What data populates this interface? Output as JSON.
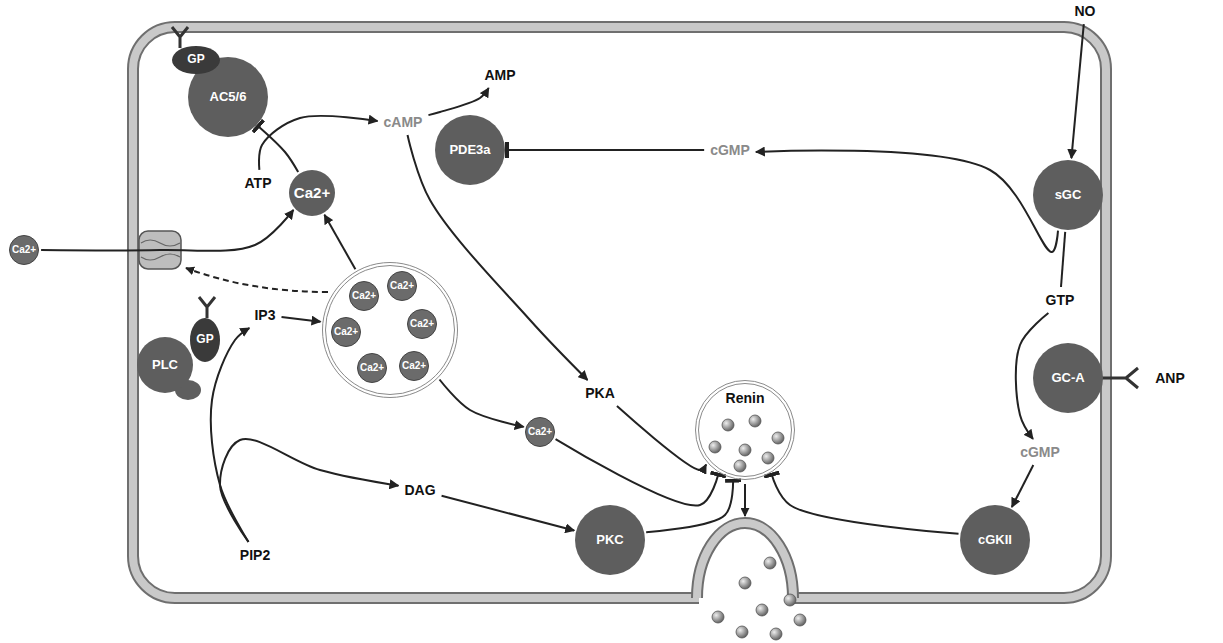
{
  "diagram": {
    "nodes": [
      {
        "text": [
          "GP"
        ]
      },
      {
        "text": [
          "AC5/6"
        ]
      },
      {
        "text": [
          "AMP"
        ]
      },
      {
        "text": [
          "ATP"
        ]
      },
      {
        "text": [
          "cAMP"
        ]
      },
      {
        "text": [
          "Ca2+"
        ]
      },
      {
        "text": [
          "PDE3a"
        ]
      },
      {
        "text": [
          "NO"
        ]
      },
      {
        "text": [
          "sGC"
        ]
      },
      {
        "text": [
          "cGMP"
        ]
      },
      {
        "text": [
          "GTP"
        ]
      },
      {
        "text": [
          "GC-A"
        ]
      },
      {
        "text": [
          "ANP"
        ]
      },
      {
        "text": [
          "cGMP"
        ]
      },
      {
        "text": [
          "cGKII"
        ]
      },
      {
        "text": [
          "PKA"
        ]
      },
      {
        "text": [
          "Renin"
        ]
      },
      {
        "text": [
          "Ca2+"
        ]
      },
      {
        "text": []
      },
      {
        "text": [
          "Ca2+"
        ],
        "in": 18
      },
      {
        "text": [
          "Ca2+"
        ],
        "in": 18
      },
      {
        "text": [
          "Ca2+"
        ],
        "in": 18
      },
      {
        "text": [
          "Ca2+"
        ],
        "in": 18
      },
      {
        "text": [
          "Ca2+"
        ],
        "in": 18
      },
      {
        "text": [
          "Ca2+"
        ],
        "in": 18
      },
      {
        "text": [
          "Ca2+"
        ]
      },
      {
        "text": [
          "GP"
        ]
      },
      {
        "text": [
          "PLC"
        ]
      },
      {
        "text": [
          "IP3"
        ]
      },
      {
        "text": [
          "DAG"
        ]
      },
      {
        "text": [
          "PIP2"
        ]
      },
      {
        "text": [
          "PKC"
        ]
      }
    ],
    "edges": [
      {
        "from": 3,
        "to": 4,
        "arrow": "to"
      },
      {
        "from": 5,
        "to": 1,
        "arrow": "to"
      },
      {
        "from": 4,
        "to": 2,
        "arrow": "to"
      },
      {
        "from": 9,
        "to": 6,
        "arrow": "to"
      },
      {
        "from": 7,
        "to": 8,
        "arrow": "to"
      },
      {
        "from": 8,
        "to": 9,
        "arrow": "to"
      },
      {
        "from": 8,
        "to": 10,
        "arrow": "none"
      },
      {
        "from": 10,
        "to": 13,
        "arrow": "to"
      },
      {
        "from": 13,
        "to": 14,
        "arrow": "to"
      },
      {
        "from": 4,
        "to": 15,
        "arrow": "to"
      },
      {
        "from": 15,
        "to": 16,
        "arrow": "to"
      },
      {
        "from": 25,
        "to": 16,
        "arrow": "to"
      },
      {
        "from": 31,
        "to": 16,
        "arrow": "to"
      },
      {
        "from": 14,
        "to": 16,
        "arrow": "to"
      },
      {
        "from": 17,
        "to": 5,
        "arrow": "to"
      },
      {
        "from": 18,
        "to": 5,
        "arrow": "to"
      },
      {
        "from": 18,
        "to": 25,
        "arrow": "to"
      },
      {
        "from": 28,
        "to": 18,
        "arrow": "to"
      },
      {
        "from": 30,
        "to": 28,
        "arrow": "to"
      },
      {
        "from": 30,
        "to": 29,
        "arrow": "to"
      },
      {
        "from": 29,
        "to": 31,
        "arrow": "to"
      }
    ]
  }
}
